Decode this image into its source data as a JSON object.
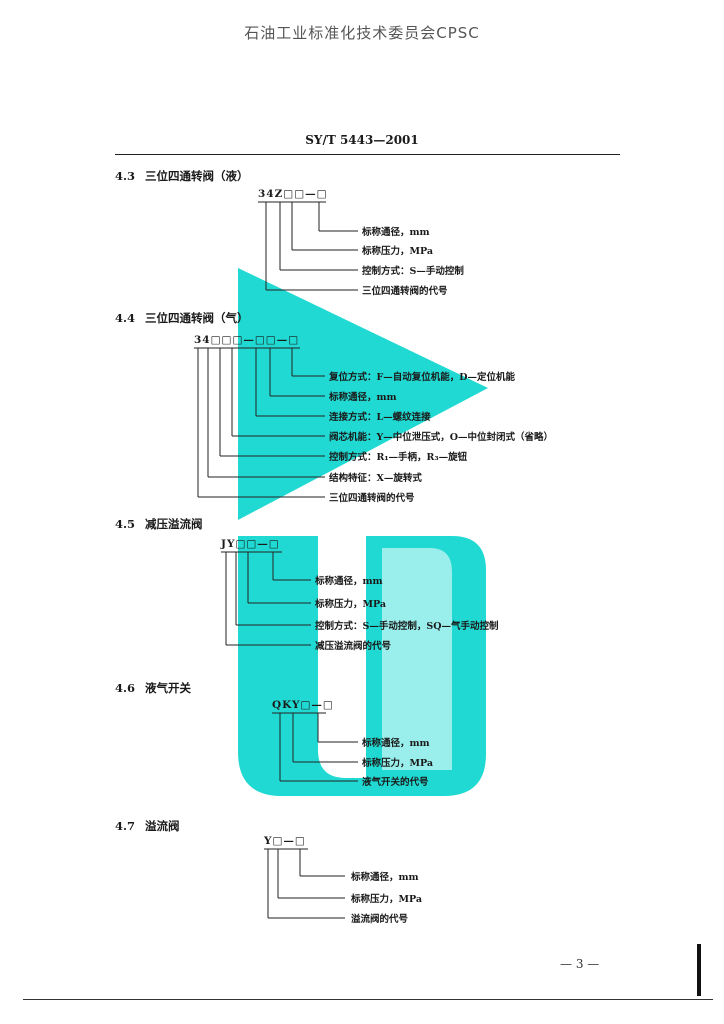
{
  "watermark_top": "石油工业标准化技术委员会CPSC",
  "header": "SY/T 5443—2001",
  "sections": [
    {
      "number": "4.3",
      "title": "三位四通转阀（液）",
      "code": "34Z□□—□",
      "labels": [
        "标称通径，mm",
        "标称压力，MPa",
        "控制方式：S—手动控制",
        "三位四通转阀的代号"
      ]
    },
    {
      "number": "4.4",
      "title": "三位四通转阀（气）",
      "code": "34□□□—□□—□",
      "labels": [
        "复位方式：F—自动复位机能，D—定位机能",
        "标称通径，mm",
        "连接方式：L—螺纹连接",
        "阀芯机能：Y—中位泄压式，O—中位封闭式（省略）",
        "控制方式：R₁—手柄，R₃—旋钮",
        "结构特征：X—旋转式",
        "三位四通转阀的代号"
      ]
    },
    {
      "number": "4.5",
      "title": "减压溢流阀",
      "code": "JY□□—□",
      "labels": [
        "标称通径，mm",
        "标称压力，MPa",
        "控制方式：S—手动控制，SQ—气手动控制",
        "减压溢流阀的代号"
      ]
    },
    {
      "number": "4.6",
      "title": "液气开关",
      "code": "QKY□—□",
      "labels": [
        "标称通径，mm",
        "标称压力，MPa",
        "液气开关的代号"
      ]
    },
    {
      "number": "4.7",
      "title": "溢流阀",
      "code": "Y□—□",
      "labels": [
        "标称通径，mm",
        "标称压力，MPa",
        "溢流阀的代号"
      ]
    }
  ],
  "page_number": "— 3 —",
  "colors": {
    "watermark_logo": "#14d7d0",
    "text": "#1a1a1a",
    "rule": "#222222"
  }
}
